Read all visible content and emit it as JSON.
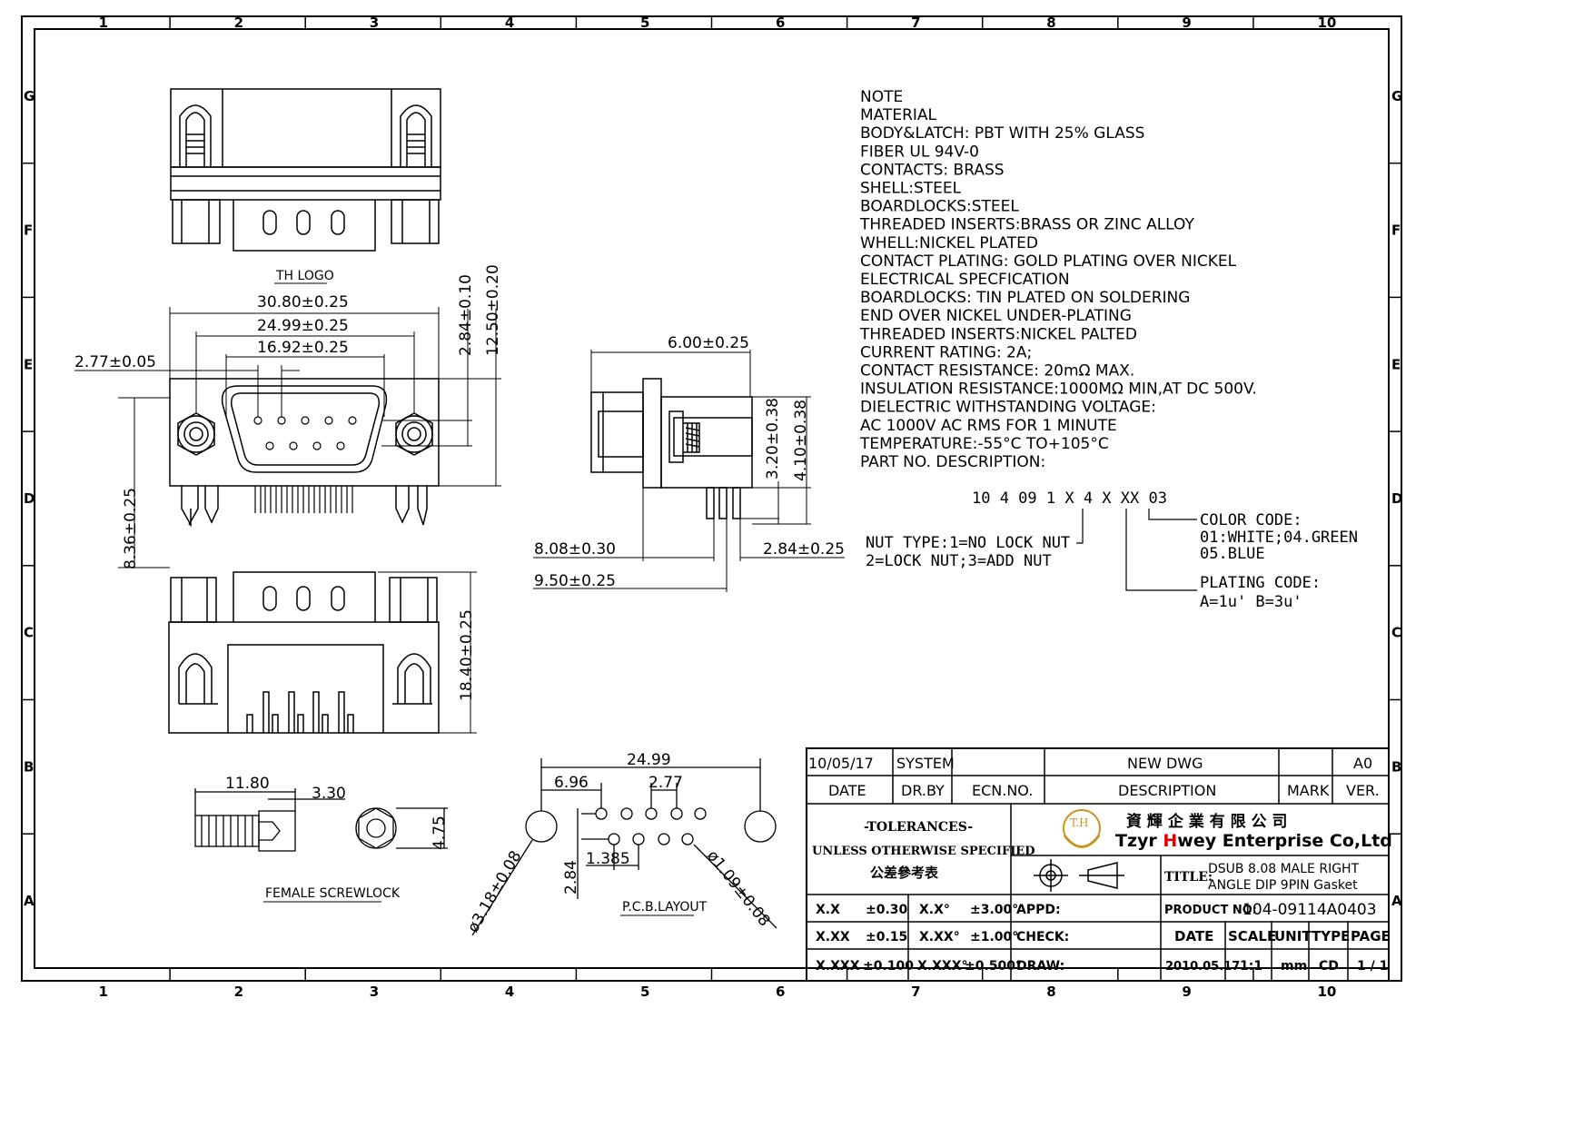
{
  "frame": {
    "cols": [
      "1",
      "2",
      "3",
      "4",
      "5",
      "6",
      "7",
      "8",
      "9",
      "10"
    ],
    "rows": [
      "G",
      "F",
      "E",
      "D",
      "C",
      "B",
      "A"
    ]
  },
  "notes": {
    "lines": [
      "NOTE",
      "MATERIAL",
      "BODY&LATCH: PBT WITH 25% GLASS",
      "FIBER UL 94V-0",
      "CONTACTS: BRASS",
      "SHELL:STEEL",
      "BOARDLOCKS:STEEL",
      "THREADED INSERTS:BRASS OR ZINC ALLOY",
      "WHELL:NICKEL PLATED",
      "CONTACT PLATING: GOLD PLATING OVER NICKEL",
      "ELECTRICAL SPECFICATION",
      "BOARDLOCKS: TIN PLATED ON SOLDERING",
      "END OVER NICKEL UNDER-PLATING",
      "THREADED INSERTS:NICKEL PALTED",
      "CURRENT RATING: 2A;",
      "CONTACT RESISTANCE: 20mΩ MAX.",
      "INSULATION RESISTANCE:1000MΩ MIN,AT DC 500V.",
      "DIELECTRIC WITHSTANDING VOLTAGE:",
      "AC 1000V AC RMS FOR 1 MINUTE",
      "TEMPERATURE:-55°C TO+105°C",
      "PART NO. DESCRIPTION:"
    ],
    "part_code": "10 4 09 1 X 4 X XX 03",
    "nut_type_1": "NUT TYPE:1=NO LOCK NUT",
    "nut_type_2": "2=LOCK NUT;3=ADD NUT",
    "color_1": "COLOR CODE:",
    "color_2": "01:WHITE;04.GREEN",
    "color_3": "05.BLUE",
    "plating_1": "PLATING CODE:",
    "plating_2": "A=1u' B=3u'"
  },
  "labels": {
    "th_logo": "TH LOGO",
    "female_screwlock": "FEMALE SCREWLOCK",
    "pcb_layout": "P.C.B.LAYOUT"
  },
  "dims": {
    "d3080": "30.80±0.25",
    "d2499": "24.99±0.25",
    "d1692": "16.92±0.25",
    "d277": "2.77±0.05",
    "d284v": "2.84±0.10",
    "d1250": "12.50±0.20",
    "d836": "8.36±0.25",
    "d1840": "18.40±0.25",
    "d600": "6.00±0.25",
    "d320": "3.20±0.38",
    "d410": "4.10±0.38",
    "d808": "8.08±0.30",
    "d950": "9.50±0.25",
    "d284h": "2.84±0.25",
    "sc1180": "11.80",
    "sc330": "3.30",
    "sc475": "4.75",
    "p2499": "24.99",
    "p696": "6.96",
    "p277": "2.77",
    "p1385": "1.385",
    "p284": "2.84",
    "p318": "ø3.18±0.08",
    "p109": "ø1.09±0.08"
  },
  "title_block": {
    "rev_date": "10/05/17",
    "rev_system": "SYSTEM",
    "rev_desc": "NEW DWG",
    "rev_ver": "A0",
    "h_date": "DATE",
    "h_drby": "DR.BY",
    "h_ecn": "ECN.NO.",
    "h_desc": "DESCRIPTION",
    "h_mark": "MARK",
    "h_ver": "VER.",
    "tol_title": "-TOLERANCES-",
    "tol_sub": "UNLESS OTHERWISE SPECIFIED",
    "tol_cn": "公差參考表",
    "company_cn": "資 輝 企 業 有 限 公 司",
    "company_en_a": "Tzyr ",
    "company_en_b": "H",
    "company_en_c": "wey Enterprise Co,Ltd",
    "logo_text": "T.H",
    "title_label": "TITLE:",
    "title_1": "DSUB 8.08 MALE RIGHT",
    "title_2": "ANGLE DIP 9PIN Gasket",
    "t1a": "X.X",
    "t1b": "±0.30",
    "t1c": "X.X°",
    "t1d": "±3.00°",
    "t2a": "X.XX",
    "t2b": "±0.15",
    "t2c": "X.XX°",
    "t2d": "±1.00°",
    "t3a": "X.XXX",
    "t3b": "±0.100",
    "t3c": "X.XXX°",
    "t3d": "±0.500°",
    "appd": "APPD:",
    "check": "CHECK:",
    "draw": "DRAW:",
    "product_label": "PRODUCT NO:",
    "product_no": "104-09114A0403",
    "f_date": "DATE",
    "f_scale": "SCALE",
    "f_unit": "UNIT",
    "f_type": "TYPE",
    "f_page": "PAGE",
    "v_date": "2010.05.17",
    "v_scale": "1:1",
    "v_unit": "mm",
    "v_type": "CD",
    "v_page": "1 / 1"
  },
  "colors": {
    "line": "#000000",
    "logo": "#c8961e",
    "accent_red": "#e00000"
  }
}
